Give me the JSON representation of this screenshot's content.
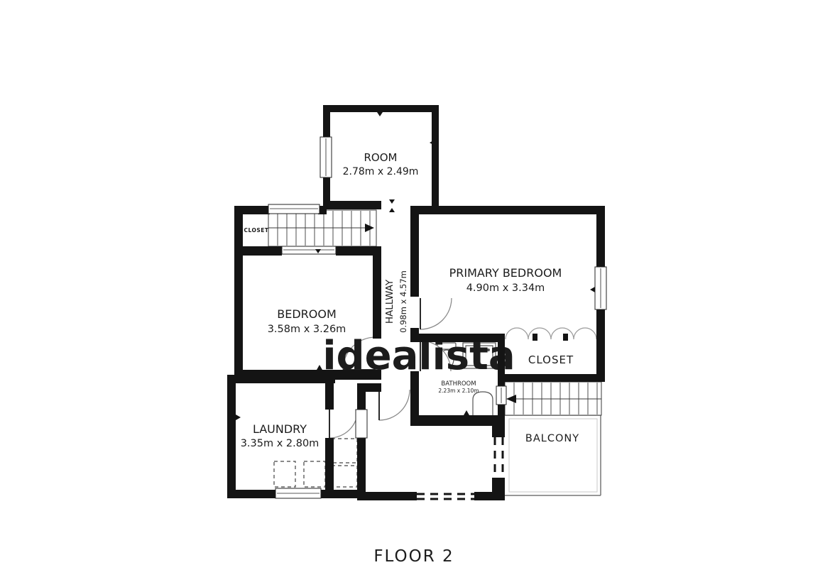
{
  "title": {
    "floor_label": "FLOOR 2"
  },
  "watermark": {
    "text": "idealista"
  },
  "colors": {
    "wall": "#141414",
    "label_text": "#1c1c1c",
    "watermark": "#d8d8d8",
    "fixture_stroke": "#555555",
    "door_arc": "#8a8a8a"
  },
  "rooms": {
    "room": {
      "name": "ROOM",
      "dims": "2.78m x 2.49m"
    },
    "primary_bedroom": {
      "name": "PRIMARY BEDROOM",
      "dims": "4.90m x 3.34m"
    },
    "bedroom": {
      "name": "BEDROOM",
      "dims": "3.58m x 3.26m"
    },
    "hallway": {
      "name": "HALLWAY",
      "dims": "0.98m x 4.57m"
    },
    "closet_small": {
      "name": "CLOSET"
    },
    "closet_primary": {
      "name": "CLOSET"
    },
    "bathroom": {
      "name": "BATHROOM",
      "dims": "2.23m x 2.10m"
    },
    "laundry": {
      "name": "LAUNDRY",
      "dims": "3.35m x 2.80m"
    },
    "balcony": {
      "name": "BALCONY"
    }
  }
}
